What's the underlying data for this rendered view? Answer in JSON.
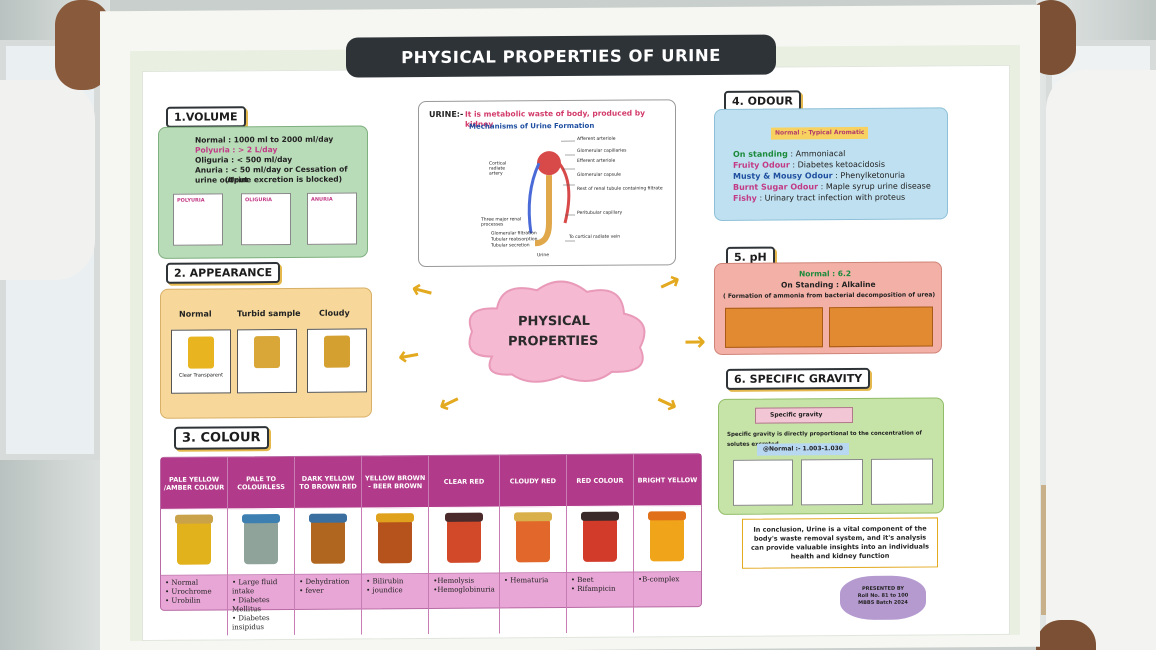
{
  "poster": {
    "title": "PHYSICAL PROPERTIES OF URINE",
    "center_label_1": "PHYSICAL",
    "center_label_2": "PROPERTIES"
  },
  "volume": {
    "tag": "1.VOLUME",
    "normal": "Normal : 1000 ml to 2000 ml/day",
    "polyuria": "Polyuria : > 2 L/day",
    "oliguria": "Oliguria : < 500 ml/day",
    "anuria": "Anuria : < 50 ml/day or Cessation of urine output",
    "anuria_note": "(Urine excretion is blocked)",
    "notes": [
      "POLYURIA",
      "OLIGURIA",
      "ANURIA"
    ]
  },
  "appearance": {
    "tag": "2. APPEARANCE",
    "labels": [
      "Normal",
      "Turbid sample",
      "Cloudy"
    ],
    "captions": [
      "Clear Transparent",
      "",
      ""
    ]
  },
  "urine_box": {
    "heading": "URINE:-",
    "definition": "It is metabolic waste of body, produced by kidney",
    "subtitle": "Mechanisms of Urine Formation",
    "labels": [
      "Afferent arteriole",
      "Glomerular capillaries",
      "Efferent arteriole",
      "Glomerular capsule",
      "Rest of renal tubule containing filtrate",
      "Peritubular capillary",
      "To cortical radiate vein",
      "Urine"
    ],
    "side_labels": [
      "Cortical radiate artery",
      "Three major renal processes",
      "Glomerular filtration",
      "Tubular reabsorption",
      "Tubular secretion"
    ]
  },
  "odour": {
    "tag": "4. ODOUR",
    "normal": "Normal :- Typical Aromatic",
    "rows": [
      {
        "k": "On standing",
        "v": ": Ammoniacal"
      },
      {
        "k": "Fruity Odour",
        "v": ": Diabetes ketoacidosis"
      },
      {
        "k": "Musty & Mousy Odour",
        "v": ": Phenylketonuria"
      },
      {
        "k": "Burnt Sugar Odour",
        "v": ": Maple syrup urine disease"
      },
      {
        "k": "Fishy",
        "v": ": Urinary tract infection with proteus"
      }
    ]
  },
  "ph": {
    "tag": "5. pH",
    "normal": "Normal : 6.2",
    "standing": "On Standing : Alkaline",
    "note": "( Formation of ammonia from bacterial decomposition of urea)"
  },
  "sg": {
    "tag": "6. SPECIFIC GRAVITY",
    "formula": "Specific gravity",
    "line": "Specific gravity is directly proportional to the concentration of solutes excreted",
    "normal": "@Normal :- 1.003-1.030"
  },
  "colour": {
    "tag": "3. COLOUR",
    "columns": [
      {
        "h": "PALE YELLOW /AMBER COLOUR",
        "t": "• Normal\n• Urochrome\n• Urobilin",
        "c": "#e2b21d",
        "cap": "#c9a24a"
      },
      {
        "h": "PALE TO COLOURLESS",
        "t": "• Large fluid intake\n• Diabetes Mellitus\n• Diabetes insipidus",
        "c": "#8fa39a",
        "cap": "#3d7fb0"
      },
      {
        "h": "DARK YELLOW TO BROWN RED",
        "t": "• Dehydration\n• fever",
        "c": "#b0661e",
        "cap": "#3a6fa0"
      },
      {
        "h": "YELLOW BROWN - BEER BROWN",
        "t": "• Bilirubin\n• joundice",
        "c": "#b6521c",
        "cap": "#e0a21c"
      },
      {
        "h": "CLEAR RED",
        "t": "•Hemolysis\n•Hemoglobinuria",
        "c": "#d2492a",
        "cap": "#4a2a2a"
      },
      {
        "h": "CLOUDY RED",
        "t": "• Hematuria",
        "c": "#e1672a",
        "cap": "#d9b04a"
      },
      {
        "h": "RED COLOUR",
        "t": "• Beet\n• Rifampicin",
        "c": "#d23a2a",
        "cap": "#3a2a2a"
      },
      {
        "h": "BRIGHT YELLOW",
        "t": "•B-complex",
        "c": "#f0a41a",
        "cap": "#e0701a"
      }
    ]
  },
  "conclusion": {
    "text": "In conclusion, Urine is a vital component of the body's waste removal system, and it's analysis can provide valuable insights into an individuals health and kidney function"
  },
  "presented": {
    "line1": "PRESENTED BY",
    "line2": "Roll No. 81 to 100",
    "line3": "MBBS Batch 2024"
  }
}
